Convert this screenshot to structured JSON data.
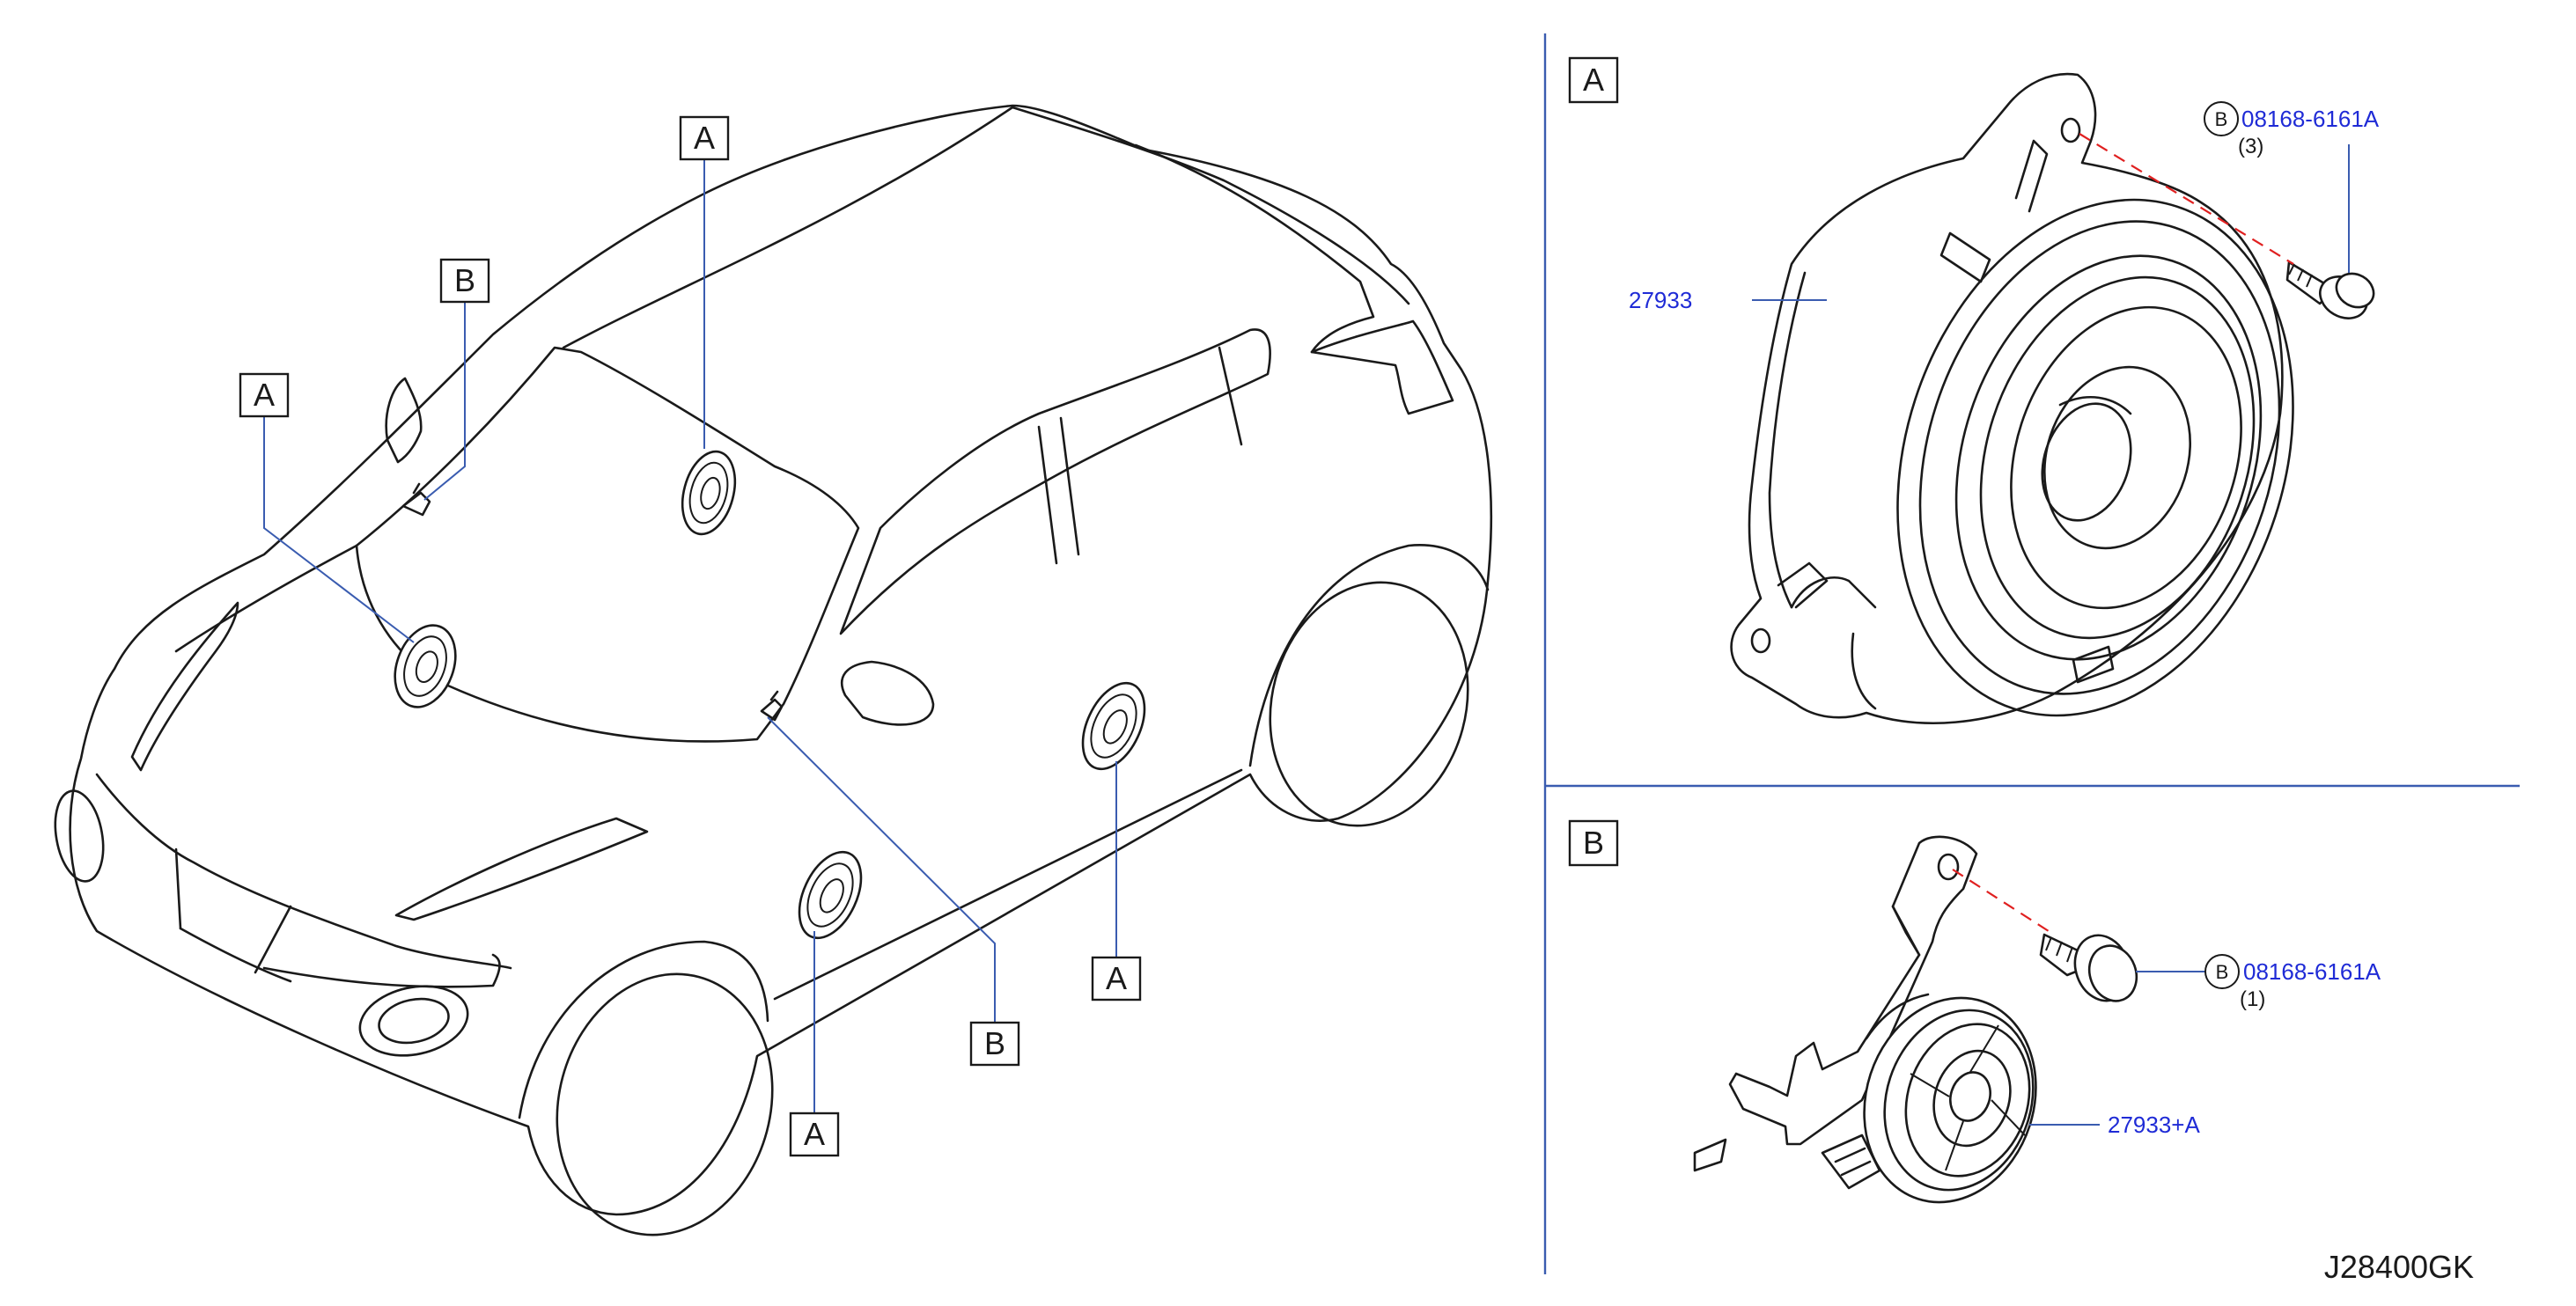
{
  "diagram": {
    "callouts_car": {
      "a1": "A",
      "a2": "A",
      "a3": "A",
      "a4": "A",
      "b1": "B",
      "b2": "B"
    },
    "detail_a": {
      "label": "A",
      "part_number": "27933",
      "bolt_circle": "B",
      "bolt_part_number": "08168-6161A",
      "bolt_qty": "(3)"
    },
    "detail_b": {
      "label": "B",
      "part_number": "27933+A",
      "bolt_circle": "B",
      "bolt_part_number": "08168-6161A",
      "bolt_qty": "(1)"
    },
    "drawing_code": "J28400GK"
  },
  "colors": {
    "line": "#1a1a1a",
    "leader": "#3a5cb0",
    "part_number": "#1f2bd6",
    "dashed_axis": "#e02020"
  }
}
